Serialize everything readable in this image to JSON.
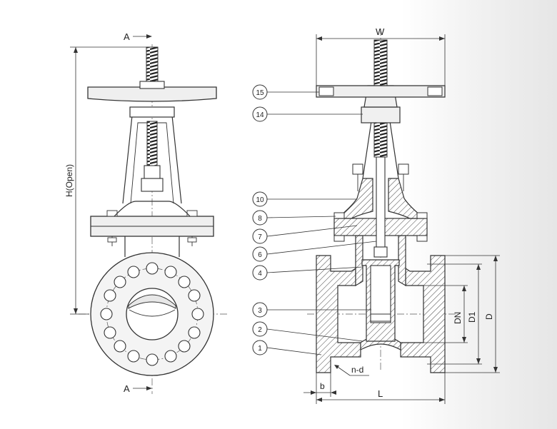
{
  "labels": {
    "section_top": "A",
    "section_bottom": "A",
    "height": "H(Open)",
    "width": "W",
    "length": "L",
    "flange_thickness": "b",
    "bolt_holes": "n-d",
    "nominal_diameter": "DN",
    "bolt_circle": "D1",
    "flange_diameter": "D"
  },
  "parts": [
    "15",
    "14",
    "10",
    "8",
    "7",
    "6",
    "4",
    "3",
    "2",
    "1"
  ]
}
